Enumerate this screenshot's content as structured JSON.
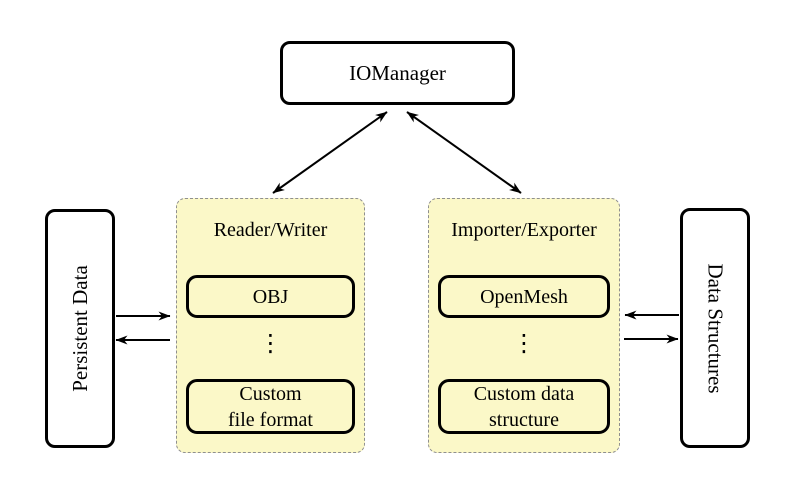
{
  "nodes": {
    "iomanager": {
      "label": "IOManager"
    },
    "persistent_data": {
      "label": "Persistent Data"
    },
    "data_structures": {
      "label": "Data Structures"
    }
  },
  "groups": {
    "reader_writer": {
      "title": "Reader/Writer",
      "items": [
        "OBJ",
        "Custom\nfile format"
      ]
    },
    "importer_exporter": {
      "title": "Importer/Exporter",
      "items": [
        "OpenMesh",
        "Custom data\nstructure"
      ]
    }
  },
  "glyphs": {
    "vertical_ellipsis": "⋮"
  },
  "edges": [
    {
      "from": "IOManager",
      "to": "Reader/Writer",
      "bidirectional": true
    },
    {
      "from": "IOManager",
      "to": "Importer/Exporter",
      "bidirectional": true
    },
    {
      "from": "Persistent Data",
      "to": "Reader/Writer",
      "bidirectional": false
    },
    {
      "from": "Reader/Writer",
      "to": "Persistent Data",
      "bidirectional": false
    },
    {
      "from": "Data Structures",
      "to": "Importer/Exporter",
      "bidirectional": false
    },
    {
      "from": "Importer/Exporter",
      "to": "Data Structures",
      "bidirectional": false
    }
  ],
  "colors": {
    "background": "#ffffff",
    "group_fill": "#fbf8c8",
    "group_border": "#8f8f8f",
    "node_fill": "#ffffff",
    "stroke": "#000000",
    "text": "#000000"
  }
}
